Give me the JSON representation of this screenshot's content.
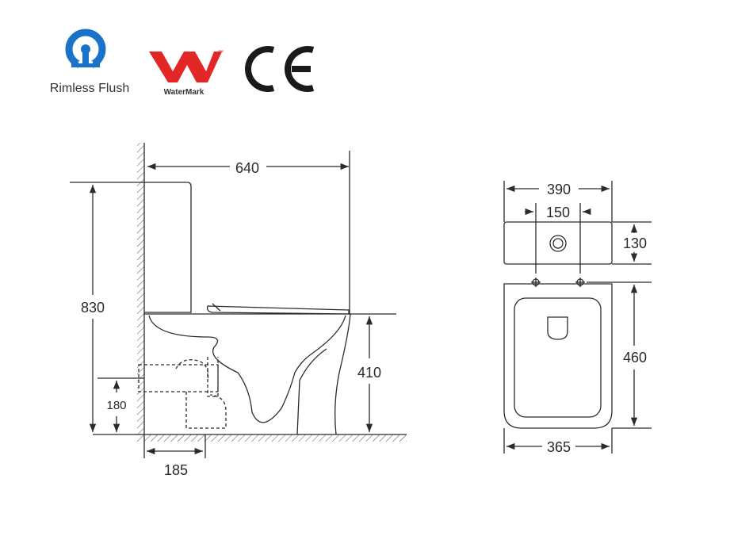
{
  "logos": {
    "rimless": {
      "label": "Rimless Flush",
      "color": "#1a73c9"
    },
    "watermark": {
      "label": "WaterMark",
      "color": "#e32726",
      "tm": "™"
    },
    "ce": {
      "label": "CE"
    }
  },
  "side_view": {
    "overall_depth": "640",
    "overall_height": "830",
    "seat_height": "410",
    "outlet_height": "180",
    "setout": "185"
  },
  "top_view": {
    "tank_width": "390",
    "inlet_spacing": "150",
    "tank_depth": "130",
    "bowl_length": "460",
    "bowl_width": "365"
  },
  "colors": {
    "line": "#2b2b2b",
    "wall_hatch": "#555555"
  }
}
